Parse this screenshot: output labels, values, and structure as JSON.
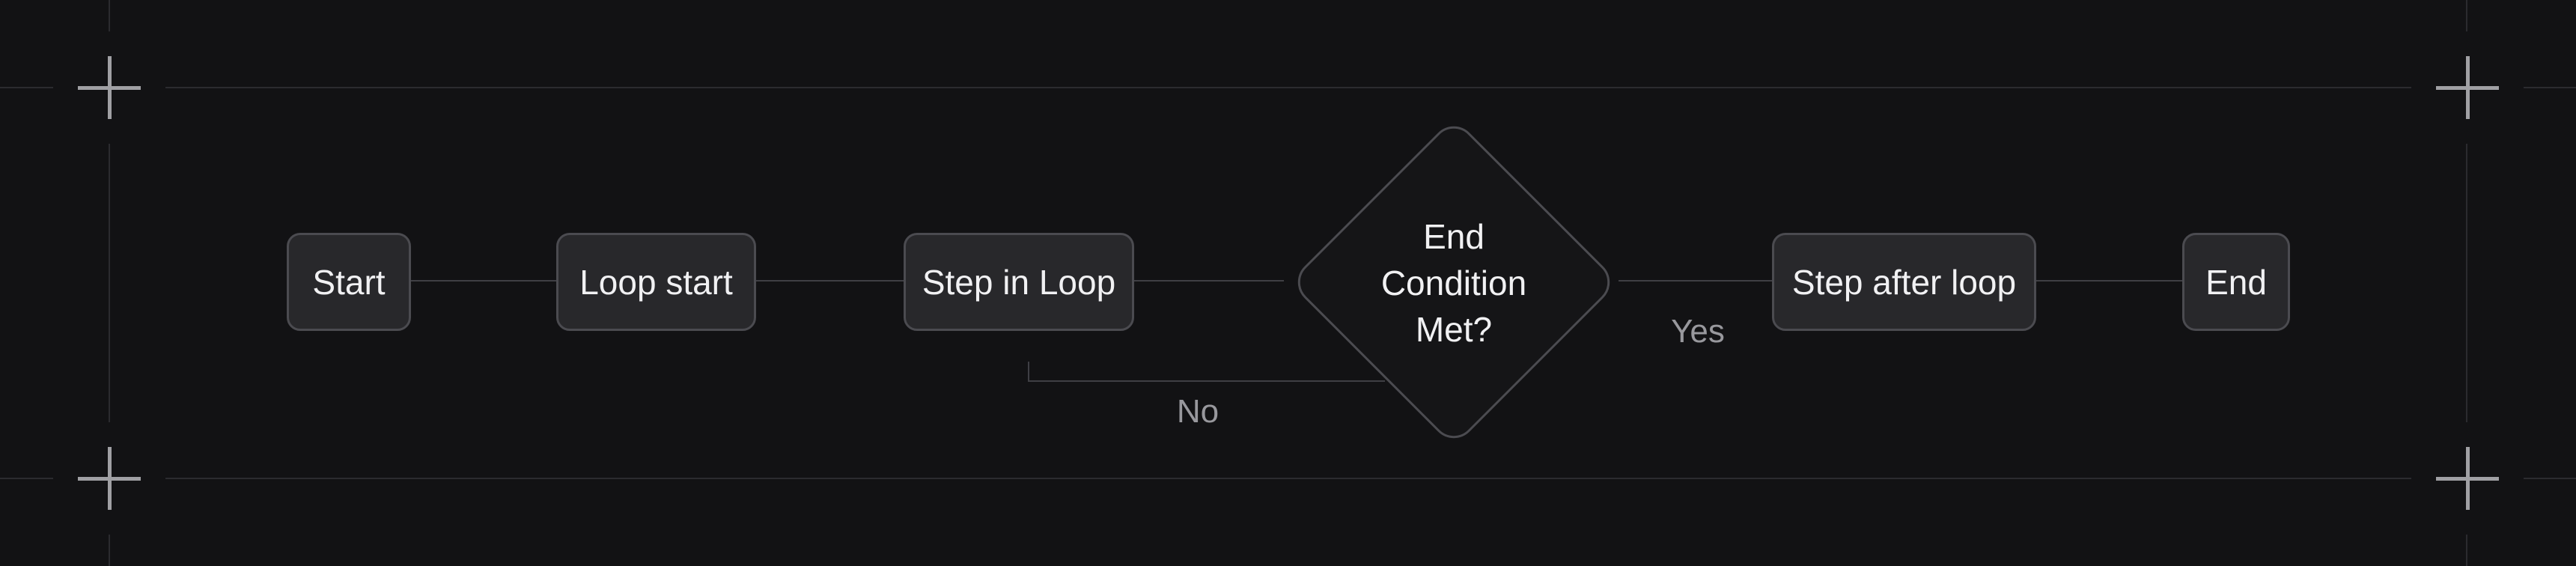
{
  "colors": {
    "background": "#121214",
    "node_fill": "#28282b",
    "node_border": "#4b4b50",
    "diamond_fill": "#151517",
    "edge_line": "#3f3f44",
    "guide_line": "#2b2b2f",
    "crop_mark": "#a0a0a4",
    "node_text": "#f1f1f3",
    "edge_label_text": "#98989d"
  },
  "flowchart": {
    "direction": "left-to-right",
    "nodes": [
      {
        "id": "start",
        "shape": "rounded-rect",
        "label": "Start"
      },
      {
        "id": "loop_start",
        "shape": "rounded-rect",
        "label": "Loop start"
      },
      {
        "id": "step_in_loop",
        "shape": "rounded-rect",
        "label": "Step in Loop"
      },
      {
        "id": "end_condition",
        "shape": "diamond",
        "label": "End Condition Met?",
        "label_lines": [
          "End",
          "Condition",
          "Met?"
        ]
      },
      {
        "id": "step_after_loop",
        "shape": "rounded-rect",
        "label": "Step after loop"
      },
      {
        "id": "end",
        "shape": "rounded-rect",
        "label": "End"
      }
    ],
    "edges": [
      {
        "from": "start",
        "to": "loop_start"
      },
      {
        "from": "loop_start",
        "to": "step_in_loop"
      },
      {
        "from": "step_in_loop",
        "to": "end_condition"
      },
      {
        "from": "end_condition",
        "to": "step_after_loop",
        "label": "Yes"
      },
      {
        "from": "step_after_loop",
        "to": "end"
      },
      {
        "from": "end_condition",
        "to": "step_in_loop",
        "label": "No"
      }
    ]
  },
  "canvas": {
    "crop_marks": [
      "top-left",
      "top-right",
      "bottom-left",
      "bottom-right"
    ]
  }
}
